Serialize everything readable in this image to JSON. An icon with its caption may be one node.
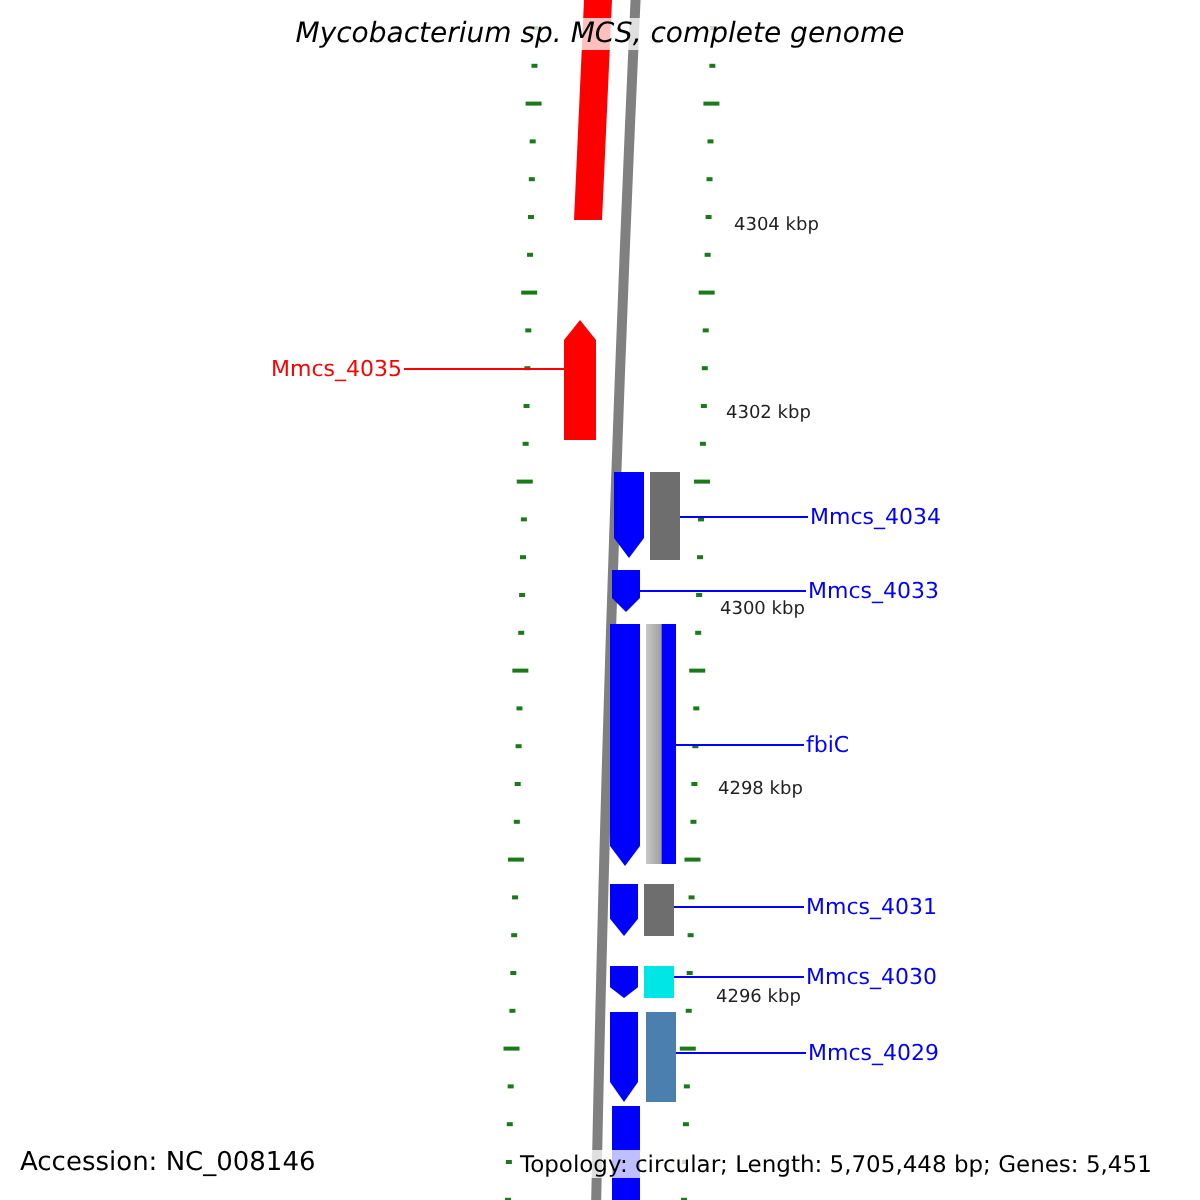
{
  "diagram": {
    "title": "Mycobacterium sp. MCS, complete genome",
    "nodes": [
      {
        "text": [
          "Mmcs_4035"
        ]
      },
      {
        "text": [],
        "shape": "arrow"
      },
      {
        "text": [
          "Mmcs_4034"
        ]
      },
      {
        "text": [],
        "shape": "bar"
      },
      {
        "text": [
          "Mmcs_4033"
        ]
      },
      {
        "text": [],
        "shape": "arrow"
      },
      {
        "text": [
          "fbiC"
        ]
      },
      {
        "text": [],
        "shape": "bar"
      },
      {
        "text": [
          "Mmcs_4031"
        ]
      },
      {
        "text": [],
        "shape": "bar"
      },
      {
        "text": [
          "Mmcs_4030"
        ]
      },
      {
        "text": [],
        "shape": "bar"
      },
      {
        "text": [
          "Mmcs_4029"
        ]
      },
      {
        "text": [],
        "shape": "bar"
      }
    ],
    "edges": [
      {
        "from": 0,
        "to": 1,
        "arrow": "none",
        "color": "#ff0000"
      },
      {
        "from": 2,
        "to": 3,
        "arrow": "none"
      },
      {
        "from": 4,
        "to": 5,
        "arrow": "none"
      },
      {
        "from": 6,
        "to": 7,
        "arrow": "none"
      },
      {
        "from": 8,
        "to": 9,
        "arrow": "none"
      },
      {
        "from": 10,
        "to": 11,
        "arrow": "none"
      },
      {
        "from": 12,
        "to": 13,
        "arrow": "none"
      }
    ],
    "labels": [
      "4304 kbp",
      "4302 kbp",
      "4300 kbp",
      "4298 kbp",
      "4296 kbp",
      "Accession: NC_008146",
      "Topology: circular; Length: 5,705,448 bp; Genes: 5,451"
    ]
  }
}
